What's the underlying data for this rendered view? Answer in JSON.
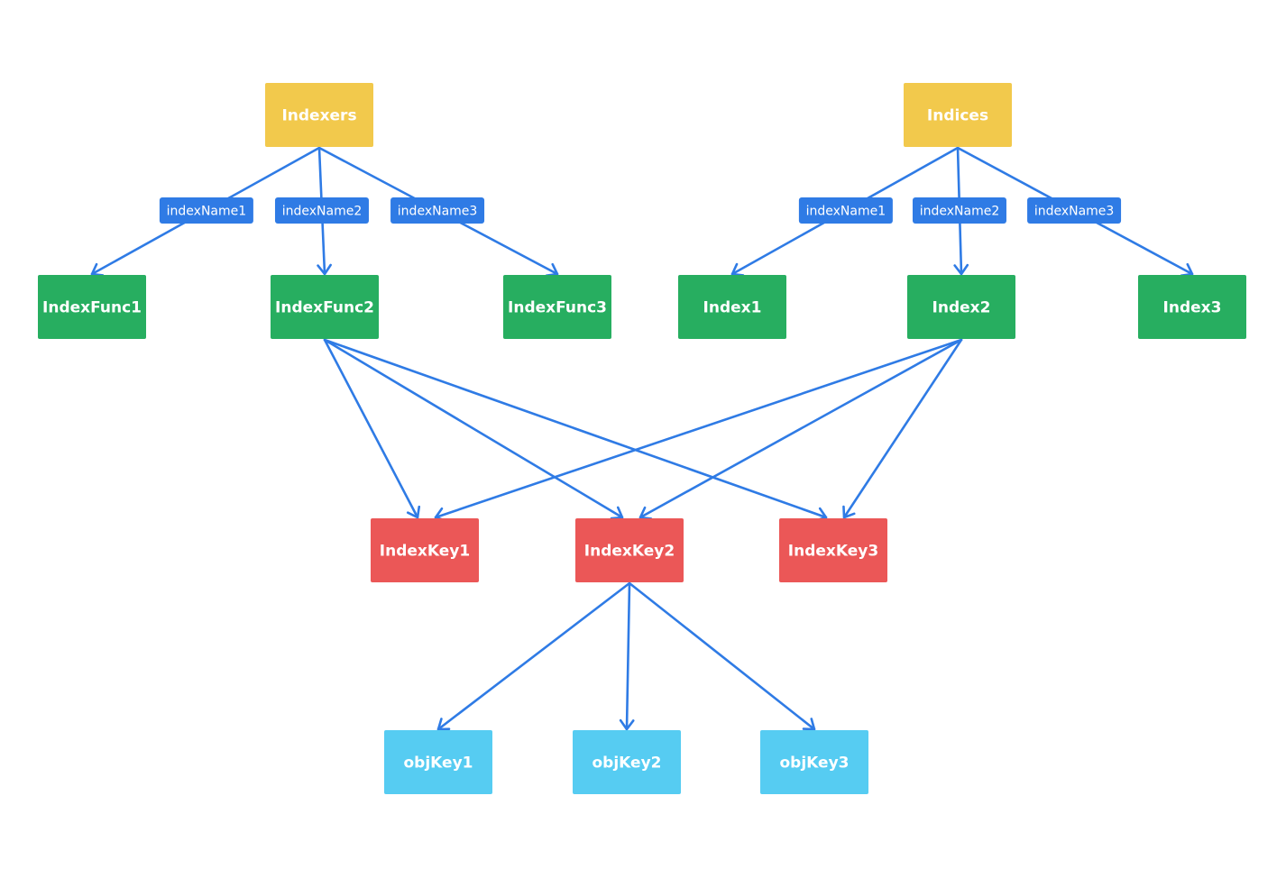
{
  "colors": {
    "root": "#f2c94c",
    "func": "#27ae60",
    "key": "#eb5757",
    "obj": "#56ccf2",
    "edge": "#2f7be5",
    "label_bg": "#2f7be5"
  },
  "nodes": [
    {
      "id": "indexers",
      "label": "Indexers",
      "kind": "root"
    },
    {
      "id": "indices",
      "label": "Indices",
      "kind": "root"
    },
    {
      "id": "indexfunc1",
      "label": "IndexFunc1",
      "kind": "func"
    },
    {
      "id": "indexfunc2",
      "label": "IndexFunc2",
      "kind": "func"
    },
    {
      "id": "indexfunc3",
      "label": "IndexFunc3",
      "kind": "func"
    },
    {
      "id": "index1",
      "label": "Index1",
      "kind": "func"
    },
    {
      "id": "index2",
      "label": "Index2",
      "kind": "func"
    },
    {
      "id": "index3",
      "label": "Index3",
      "kind": "func"
    },
    {
      "id": "indexkey1",
      "label": "IndexKey1",
      "kind": "key"
    },
    {
      "id": "indexkey2",
      "label": "IndexKey2",
      "kind": "key"
    },
    {
      "id": "indexkey3",
      "label": "IndexKey3",
      "kind": "key"
    },
    {
      "id": "objkey1",
      "label": "objKey1",
      "kind": "obj"
    },
    {
      "id": "objkey2",
      "label": "objKey2",
      "kind": "obj"
    },
    {
      "id": "objkey3",
      "label": "objKey3",
      "kind": "obj"
    }
  ],
  "edges": [
    {
      "from": "indexers",
      "to": "indexfunc1",
      "label": "indexName1"
    },
    {
      "from": "indexers",
      "to": "indexfunc2",
      "label": "indexName2"
    },
    {
      "from": "indexers",
      "to": "indexfunc3",
      "label": "indexName3"
    },
    {
      "from": "indices",
      "to": "index1",
      "label": "indexName1"
    },
    {
      "from": "indices",
      "to": "index2",
      "label": "indexName2"
    },
    {
      "from": "indices",
      "to": "index3",
      "label": "indexName3"
    },
    {
      "from": "indexfunc2",
      "to": "indexkey1",
      "label": ""
    },
    {
      "from": "indexfunc2",
      "to": "indexkey2",
      "label": ""
    },
    {
      "from": "indexfunc2",
      "to": "indexkey3",
      "label": ""
    },
    {
      "from": "index2",
      "to": "indexkey1",
      "label": ""
    },
    {
      "from": "index2",
      "to": "indexkey2",
      "label": ""
    },
    {
      "from": "index2",
      "to": "indexkey3",
      "label": ""
    },
    {
      "from": "indexkey2",
      "to": "objkey1",
      "label": ""
    },
    {
      "from": "indexkey2",
      "to": "objkey2",
      "label": ""
    },
    {
      "from": "indexkey2",
      "to": "objkey3",
      "label": ""
    }
  ]
}
